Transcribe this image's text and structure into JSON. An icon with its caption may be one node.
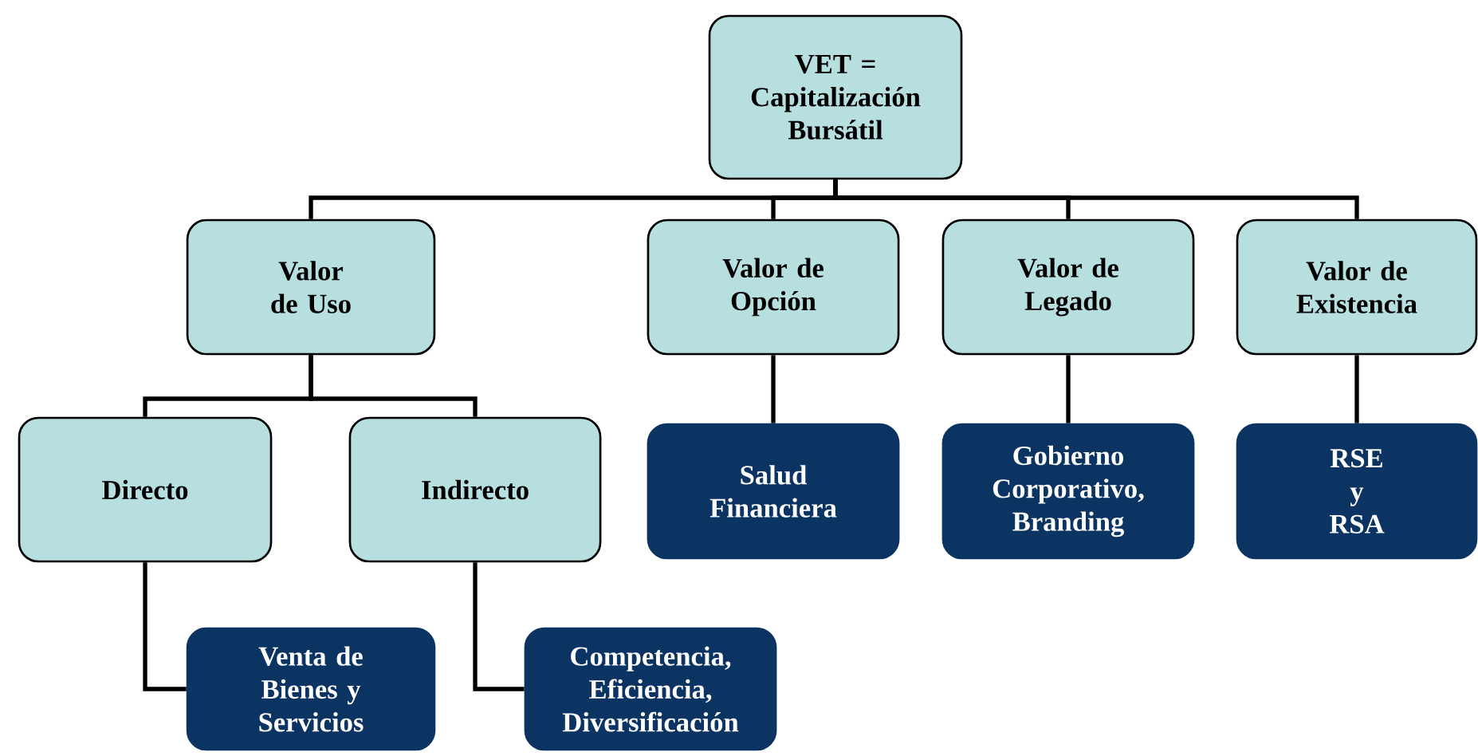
{
  "diagram": {
    "nodes": [
      {
        "text": [
          "VET = Capitalización Bursátil"
        ]
      },
      {
        "text": [
          "Valor de Uso"
        ]
      },
      {
        "text": [
          "Valor de Opción"
        ]
      },
      {
        "text": [
          "Valor de Legado"
        ]
      },
      {
        "text": [
          "Valor de Existencia"
        ]
      },
      {
        "text": [
          "Directo"
        ]
      },
      {
        "text": [
          "Indirecto"
        ]
      },
      {
        "text": [
          "Salud Financiera"
        ]
      },
      {
        "text": [
          "Gobierno Corporativo, Branding"
        ]
      },
      {
        "text": [
          "RSE y RSA"
        ]
      },
      {
        "text": [
          "Venta de Bienes y Servicios"
        ]
      },
      {
        "text": [
          "Competencia, Eficiencia, Diversificación"
        ]
      }
    ],
    "edges": [
      {
        "from": 0,
        "to": 1,
        "arrow": "none"
      },
      {
        "from": 0,
        "to": 2,
        "arrow": "none"
      },
      {
        "from": 0,
        "to": 3,
        "arrow": "none"
      },
      {
        "from": 0,
        "to": 4,
        "arrow": "none"
      },
      {
        "from": 1,
        "to": 5,
        "arrow": "none"
      },
      {
        "from": 1,
        "to": 6,
        "arrow": "none"
      },
      {
        "from": 2,
        "to": 7,
        "arrow": "none"
      },
      {
        "from": 3,
        "to": 8,
        "arrow": "none"
      },
      {
        "from": 4,
        "to": 9,
        "arrow": "none"
      },
      {
        "from": 5,
        "to": 10,
        "arrow": "none"
      },
      {
        "from": 6,
        "to": 11,
        "arrow": "none"
      }
    ]
  }
}
